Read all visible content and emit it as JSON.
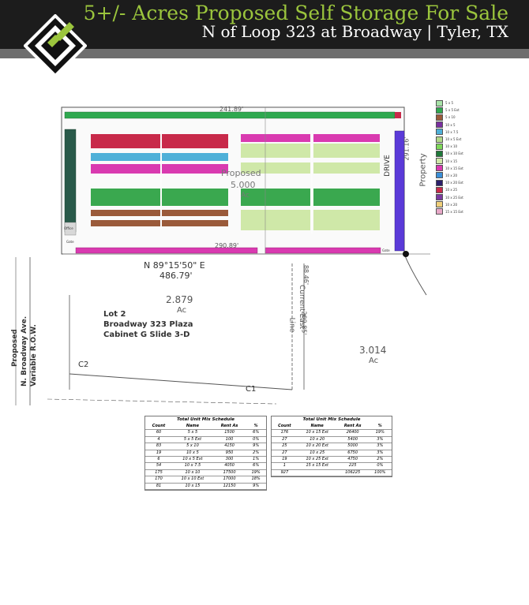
{
  "header": {
    "title": "5+/- Acres Proposed Self Storage For Sale",
    "subtitle": "N of Loop 323 at Broadway | Tyler, TX",
    "brand_color": "#9bc53d"
  },
  "plan": {
    "north_label": "241.89'",
    "south_label": "290.89'",
    "bearing": "N 89°15'50\" E",
    "distance": "486.79'",
    "proposed_label": "Proposed",
    "acreage_label": "5.000",
    "ac_label": "Ac",
    "drive_label": "DRIVE",
    "property_line_label": "Property",
    "ft_label": "291.16'",
    "office_label": "Office",
    "gate_left": "Gate",
    "gate_right": "Gate",
    "lot_acreage": "2.879",
    "lot_ac": "Ac",
    "lot_line1": "Lot 2",
    "lot_line2": "Broadway 323 Plaza",
    "lot_line3": "Cabinet G Slide 3-D",
    "east_acreage": "3.014",
    "east_ac": "Ac",
    "street1": "Proposed",
    "street2": "N. Broadway Ave.",
    "street3": "Variable R.O.W.",
    "c1": "C1",
    "c2": "C2",
    "current_east": "Current East",
    "line_label": "Line",
    "dist_88": "88.46'",
    "dist_209": "209.85'"
  },
  "legend": [
    {
      "label": "5 x 5",
      "color": "#a8e3a8"
    },
    {
      "label": "5 x 5 Ext",
      "color": "#2fa84f"
    },
    {
      "label": "5 x 10",
      "color": "#9a5a3a"
    },
    {
      "label": "10 x 5",
      "color": "#7a2fa0"
    },
    {
      "label": "10 x 7.5",
      "color": "#4fb0d8"
    },
    {
      "label": "10 x 5 Ext",
      "color": "#b2d889"
    },
    {
      "label": "10 x 10",
      "color": "#7fd85a"
    },
    {
      "label": "10 x 10 Ext",
      "color": "#1f7a3a"
    },
    {
      "label": "10 x 15",
      "color": "#cfe8a8"
    },
    {
      "label": "10 x 15 Ext",
      "color": "#d93ab0"
    },
    {
      "label": "10 x 20",
      "color": "#3a8fd8"
    },
    {
      "label": "10 x 20 Ext",
      "color": "#2a1f6a"
    },
    {
      "label": "10 x 25",
      "color": "#c82a4a"
    },
    {
      "label": "10 x 25 Ext",
      "color": "#7a3aa0"
    },
    {
      "label": "10 x 20",
      "color": "#f0d07a"
    },
    {
      "label": "15 x 15 Ext",
      "color": "#e8a8c8"
    }
  ],
  "schedule_left": {
    "caption": "Total Unit Mix Schedule",
    "headers": [
      "Count",
      "Name",
      "Rent As",
      "%"
    ],
    "rows": [
      [
        "60",
        "5 x 5",
        "1500",
        "6%"
      ],
      [
        "4",
        "5 x 5 Ext",
        "100",
        "0%"
      ],
      [
        "83",
        "5 x 10",
        "4150",
        "9%"
      ],
      [
        "19",
        "10 x 5",
        "950",
        "2%"
      ],
      [
        "6",
        "10 x 5 Ext",
        "300",
        "1%"
      ],
      [
        "54",
        "10 x 7.5",
        "4050",
        "6%"
      ],
      [
        "175",
        "10 x 10",
        "17500",
        "19%"
      ],
      [
        "170",
        "10 x 10 Ext",
        "17000",
        "18%"
      ],
      [
        "81",
        "10 x 15",
        "12150",
        "9%"
      ]
    ]
  },
  "schedule_right": {
    "caption": "Total Unit Mix Schedule",
    "headers": [
      "Count",
      "Name",
      "Rent As",
      "%"
    ],
    "rows": [
      [
        "176",
        "10 x 15 Ext",
        "26400",
        "19%"
      ],
      [
        "27",
        "10 x 20",
        "5400",
        "3%"
      ],
      [
        "25",
        "10 x 20 Ext",
        "5000",
        "3%"
      ],
      [
        "27",
        "10 x 25",
        "6750",
        "3%"
      ],
      [
        "19",
        "10 x 25 Ext",
        "4750",
        "2%"
      ],
      [
        "1",
        "15 x 15 Ext",
        "225",
        "0%"
      ],
      [
        "927",
        "",
        "106225",
        "100%"
      ]
    ]
  }
}
